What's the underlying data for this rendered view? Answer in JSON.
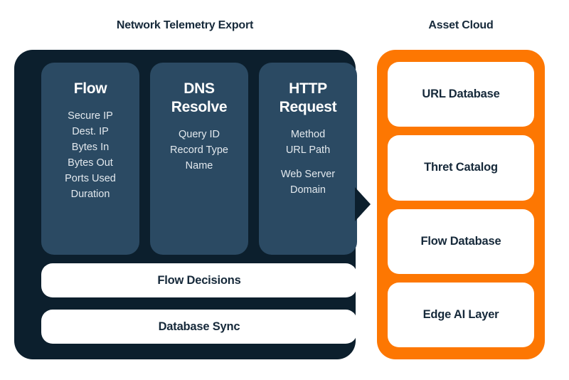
{
  "diagram": {
    "left_section": {
      "title": "Network Telemetry Export",
      "columns": [
        {
          "title_line1": "Flow",
          "title_line2": "",
          "items": [
            "Secure IP",
            "Dest. IP",
            "Bytes In",
            "Bytes Out",
            "Ports Used",
            "Duration"
          ]
        },
        {
          "title_line1": "DNS",
          "title_line2": "Resolve",
          "items": [
            "Query ID",
            "Record Type",
            "Name"
          ]
        },
        {
          "title_line1": "HTTP",
          "title_line2": "Request",
          "items": [
            "Method",
            "URL Path",
            "Web Server",
            "Domain"
          ]
        }
      ],
      "bars": [
        "Flow Decisions",
        "Database Sync"
      ]
    },
    "right_section": {
      "title": "Asset Cloud",
      "cards": [
        "URL Database",
        "Thret Catalog",
        "Flow Database",
        "Edge AI Layer"
      ]
    }
  },
  "colors": {
    "panel_dark": "#0c1f2d",
    "card_blue": "#2b4a63",
    "panel_orange": "#fd7702",
    "text_dark": "#16293a",
    "text_light": "#e3e9ee",
    "white": "#ffffff"
  }
}
